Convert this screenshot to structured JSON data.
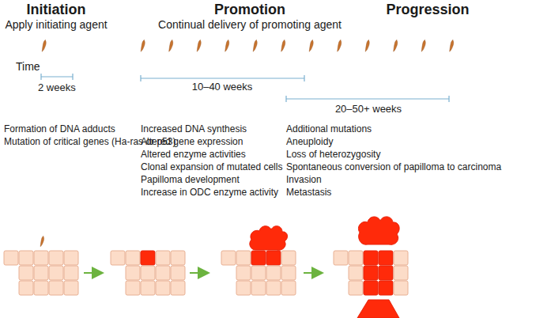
{
  "diagram": {
    "labels": [
      "Initiation",
      "Apply initiating agent",
      "Promotion",
      "Continual delivery of promoting agent",
      "Progression",
      "Time",
      "2 weeks",
      "10–40 weeks",
      "20–50+ weeks",
      "Formation of DNA adducts",
      "Mutation of critical genes (Ha-ras or p53)",
      "Increased DNA synthesis",
      "Altered gene expression",
      "Altered enzyme activities",
      "Clonal expansion of mutated cells",
      "Papilloma development",
      "Increase in ODC enzyme activity",
      "Additional mutations",
      "Aneuploidy",
      "Loss of heterozygosity",
      "Spontaneous conversion of papilloma to carcinoma",
      "Invasion",
      "Metastasis"
    ]
  }
}
